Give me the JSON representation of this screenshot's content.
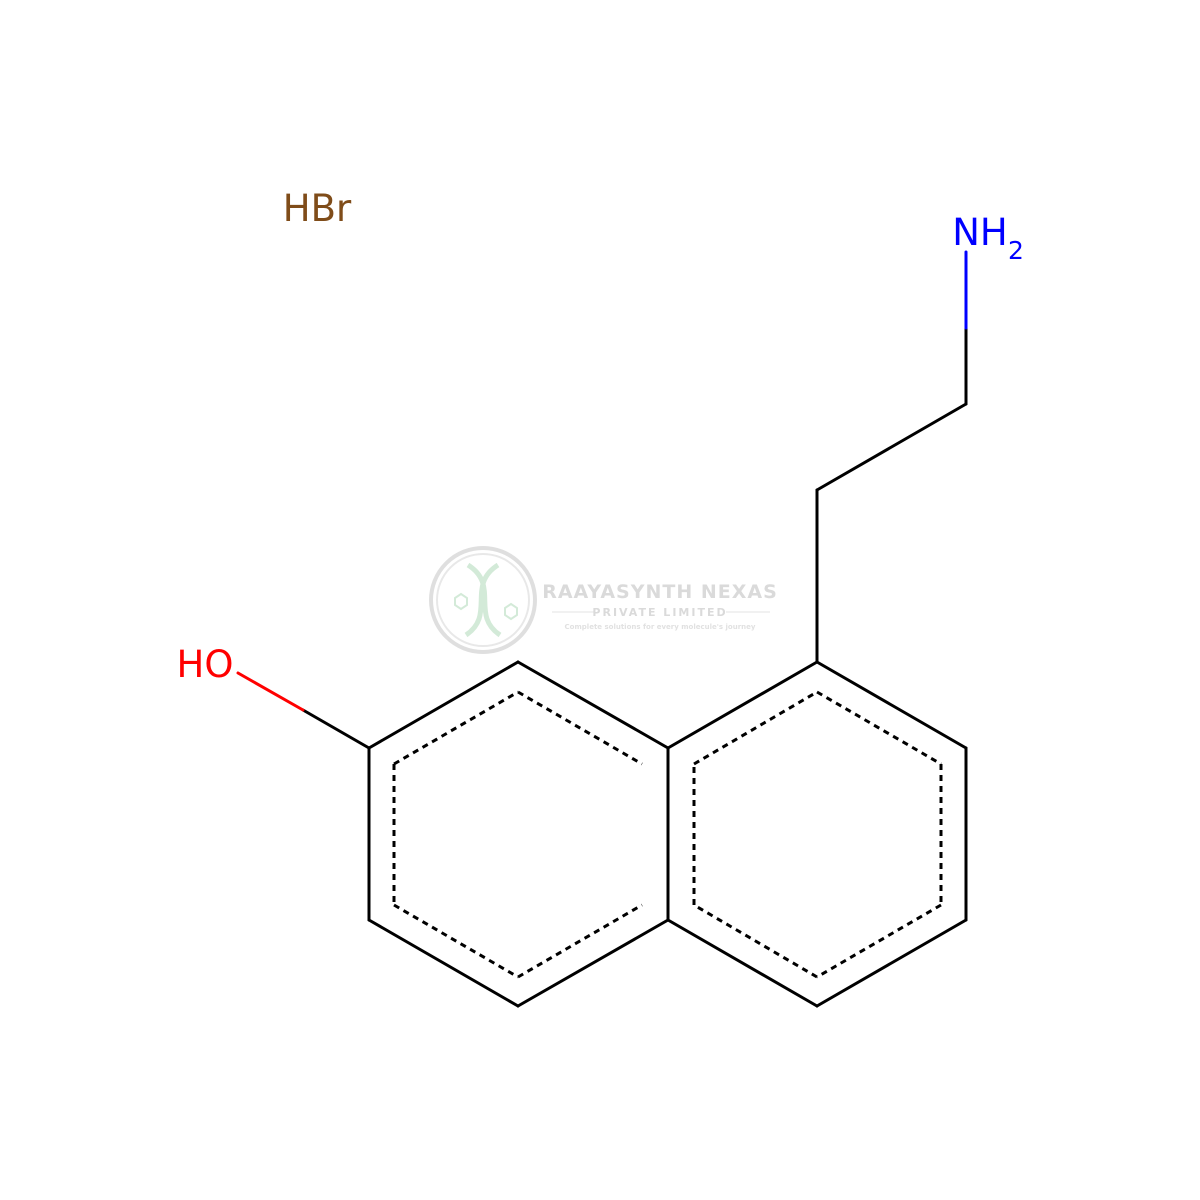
{
  "molecule": {
    "counterion": "HBr",
    "hydroxyl_label": "HO",
    "amine_label": "NH",
    "amine_subscript": "2"
  },
  "colors": {
    "bond": "#000000",
    "oxygen": "#ff0000",
    "nitrogen": "#0000ff",
    "bromine": "#7f4c19",
    "watermark": "#d9d9d9"
  },
  "watermark": {
    "company": "RAAYASYNTH NEXAS",
    "subtitle": "PRIVATE LIMITED",
    "tagline": "Complete solutions for every molecule's journey"
  }
}
